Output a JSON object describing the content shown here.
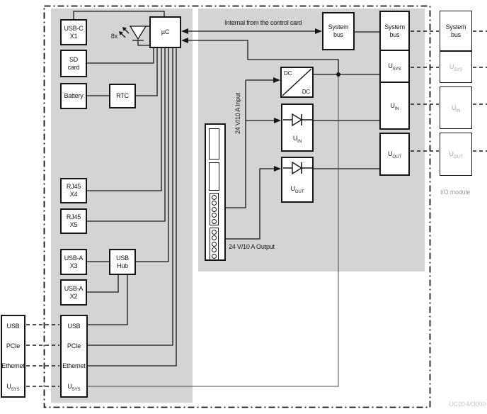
{
  "model_label": "UC20-M3000",
  "io_module_label": "I/O module",
  "annotations": {
    "internal_link": "Internal from the control card",
    "input_24v": "24 V/10 A Input",
    "output_24v": "24 V/10 A Output",
    "led_count": "8x"
  },
  "blocks": {
    "usb_c_x1": [
      "USB-C",
      "X1"
    ],
    "sd_card": [
      "SD",
      "card"
    ],
    "battery": [
      "Battery"
    ],
    "rtc": [
      "RTC"
    ],
    "uc": [
      "µC"
    ],
    "rj45_x4": [
      "RJ45",
      "X4"
    ],
    "rj45_x5": [
      "RJ45",
      "X5"
    ],
    "usb_a_x3": [
      "USB-A",
      "X3"
    ],
    "usb_hub": [
      "USB",
      "Hub"
    ],
    "usb_a_x2": [
      "USB-A",
      "X2"
    ],
    "dc_dc": [
      "DC",
      "DC"
    ]
  },
  "power_blocks": {
    "u_in": {
      "base": "U",
      "sub": "IN"
    },
    "u_out": {
      "base": "U",
      "sub": "OUT"
    }
  },
  "io_panel": {
    "rows": [
      {
        "base": "USB",
        "sub": ""
      },
      {
        "base": "PCIe",
        "sub": ""
      },
      {
        "base": "Ethernet",
        "sub": ""
      },
      {
        "base": "U",
        "sub": "SYS"
      }
    ]
  },
  "bus_stack": [
    {
      "line1": "System",
      "line2": "bus"
    },
    {
      "base": "U",
      "sub": "SYS"
    },
    {
      "base": "U",
      "sub": "IN"
    },
    {
      "base": "U",
      "sub": "OUT"
    }
  ],
  "colors": {
    "panel_gray": "#d4d4d4",
    "line_black": "#161616",
    "muted_gray": "#a6a6a6",
    "model_gray": "#c8c8c8"
  }
}
